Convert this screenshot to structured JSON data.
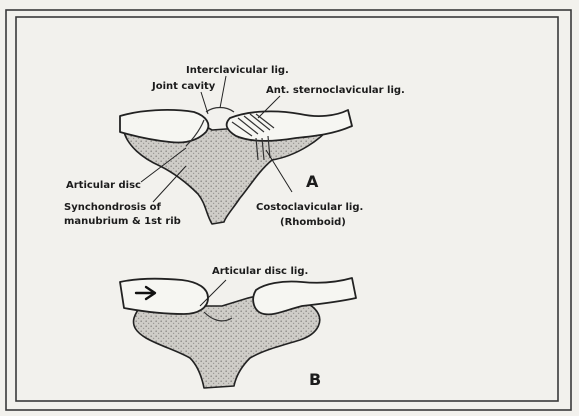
{
  "figure": {
    "part_a": {
      "panel_label": "A",
      "labels": {
        "interclavicular": "Interclavicular lig.",
        "joint_cavity": "Joint cavity",
        "ant_sternoclavicular": "Ant. sternoclavicular lig.",
        "articular_disc": "Articular disc",
        "synchondrosis_line1": "Synchondrosis of",
        "synchondrosis_line2": "manubrium & 1st rib",
        "costoclavicular_line1": "Costoclavicular lig.",
        "costoclavicular_line2": "(Rhomboid)"
      }
    },
    "part_b": {
      "panel_label": "B",
      "labels": {
        "articular_disc_lig": "Articular disc lig."
      }
    }
  },
  "colors": {
    "background": "#f2f1ed",
    "frame": "#3a3a3a",
    "line": "#222222",
    "bone_fill": "#c9c7c2",
    "clavicle_fill": "#f6f6f2"
  }
}
